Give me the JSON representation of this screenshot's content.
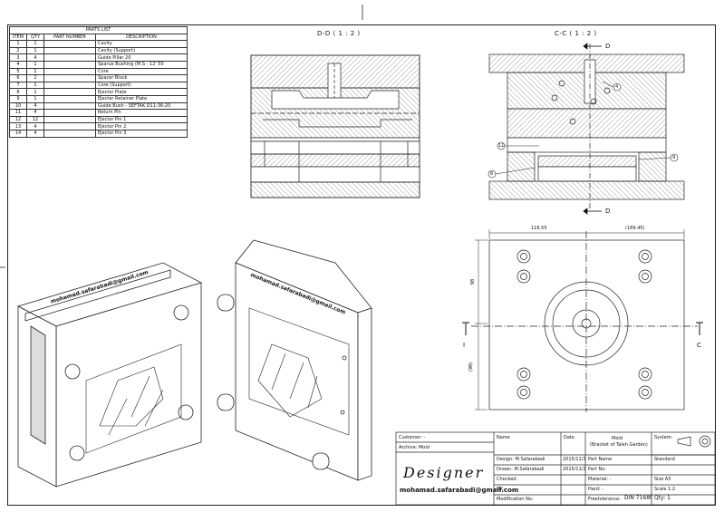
{
  "parts_list": {
    "title": "PARTS LIST",
    "headers": [
      "ITEM",
      "QTY",
      "PART NUMBER",
      "DESCRIPTION"
    ],
    "rows": [
      [
        "1",
        "1",
        "",
        "Cavity"
      ],
      [
        "2",
        "1",
        "",
        "Cavity (Support)"
      ],
      [
        "3",
        "4",
        "",
        "Guide Pillar 20"
      ],
      [
        "4",
        "1",
        "",
        "Sparue Bushing (M.S - 12' 50"
      ],
      [
        "5",
        "1",
        "",
        "Core"
      ],
      [
        "6",
        "2",
        "",
        "Spacer Block"
      ],
      [
        "7",
        "1",
        "",
        "Core (Support)"
      ],
      [
        "8",
        "1",
        "",
        "Ejector Plate"
      ],
      [
        "9",
        "1",
        "",
        "Ejecter Retainer Plate"
      ],
      [
        "10",
        "4",
        "",
        "Guide Bush - SEFTAK D11-36-20"
      ],
      [
        "11",
        "4",
        "",
        "Return Pin"
      ],
      [
        "12",
        "12",
        "",
        "Ejector Pin 1"
      ],
      [
        "13",
        "4",
        "",
        "Ejector Pin 2"
      ],
      [
        "14",
        "4",
        "",
        "Ejector Pin 3"
      ]
    ]
  },
  "views": {
    "section_dd": "D-D ( 1 : 2 )",
    "section_cc": "C-C ( 1 : 2 )",
    "cut_top": "D",
    "cut_bottom": "D",
    "cut_left": "I",
    "cut_right": "C",
    "balloons": [
      "4",
      "11",
      "8",
      "9"
    ],
    "dims": {
      "left": "116.55",
      "right": "(189.45)",
      "side_top": "98",
      "side_bottom": "(98)"
    }
  },
  "engraving": "mohamad.safarabadi@gmail.com",
  "title_block": {
    "customer": "Customer: -",
    "archive": "Archive: Mold",
    "designer_logo": "Designer",
    "email": "mohamad.safarabadi@gmail.com",
    "name_label": "Name",
    "date_label": "Date",
    "design": "Design:  M.Safarabadi",
    "design_date": "2015/11/3",
    "drawn": "Drawn:  M.Safarabadi",
    "drawn_date": "2015/11/3",
    "checked": "Checked:",
    "ok": "OK:",
    "modification": "Modification No:",
    "project_title": "Mold",
    "project_subtitle": "(Bracket of Taleh Garden)",
    "part_name": "Part Name",
    "part_no": "Part No:",
    "material": "Material:   -",
    "hard": "Hard:         -",
    "freetolerance_label": "Freetolerance:",
    "freetolerance_value": "DIN  7168f",
    "system_label": "System:",
    "standard": "Standard",
    "size": "Size  A3",
    "scale": "Scale  1:2",
    "qty": "Qty:  1"
  }
}
